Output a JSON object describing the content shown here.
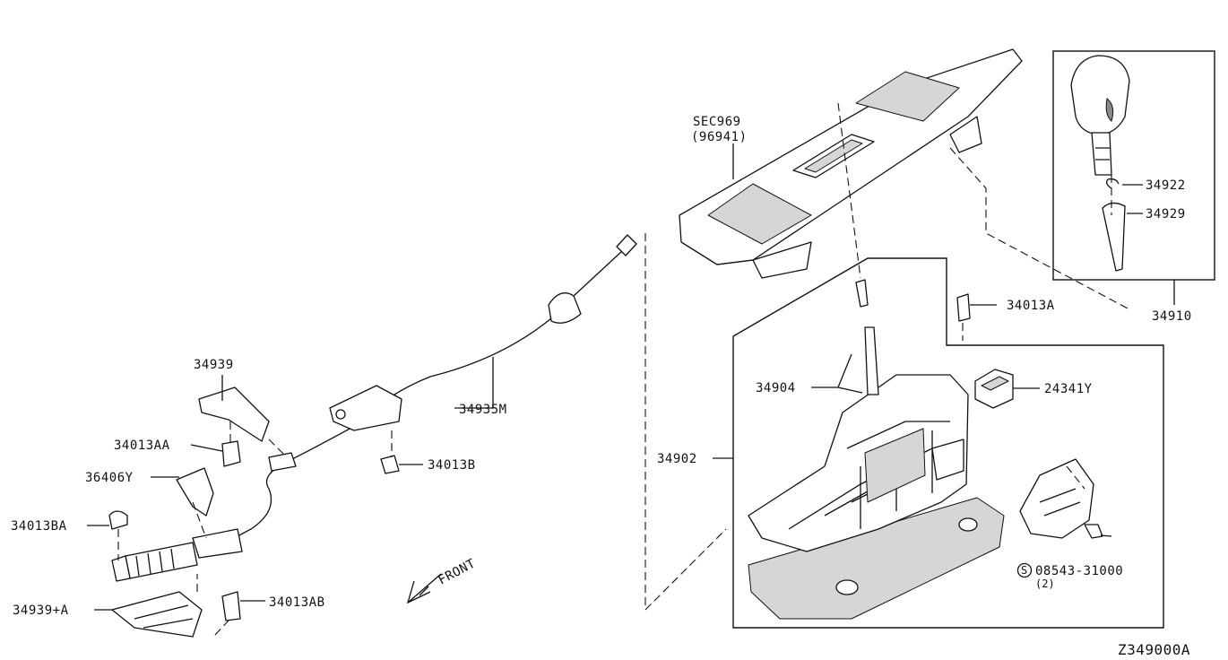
{
  "diagram": {
    "drawing_code": "Z349000A",
    "callouts": [
      {
        "id": "sec969",
        "text": "SEC969"
      },
      {
        "id": "sec969_sub",
        "text": "(96941)"
      },
      {
        "id": "p34922",
        "text": "34922"
      },
      {
        "id": "p34929",
        "text": "34929"
      },
      {
        "id": "p34910",
        "text": "34910"
      },
      {
        "id": "p34013A",
        "text": "34013A"
      },
      {
        "id": "p24341Y",
        "text": "24341Y"
      },
      {
        "id": "p34904",
        "text": "34904"
      },
      {
        "id": "p34902",
        "text": "34902"
      },
      {
        "id": "p08543",
        "text": "08543-31000"
      },
      {
        "id": "p08543_qty",
        "text": "(2)"
      },
      {
        "id": "p34939",
        "text": "34939"
      },
      {
        "id": "p34935M",
        "text": "34935M"
      },
      {
        "id": "p34013AA",
        "text": "34013AA"
      },
      {
        "id": "p34013B",
        "text": "34013B"
      },
      {
        "id": "p36406Y",
        "text": "36406Y"
      },
      {
        "id": "p34013BA",
        "text": "34013BA"
      },
      {
        "id": "p34939A",
        "text": "34939+A"
      },
      {
        "id": "p34013AB",
        "text": "34013AB"
      }
    ],
    "front_label": "FRONT",
    "s_mark": "S"
  }
}
